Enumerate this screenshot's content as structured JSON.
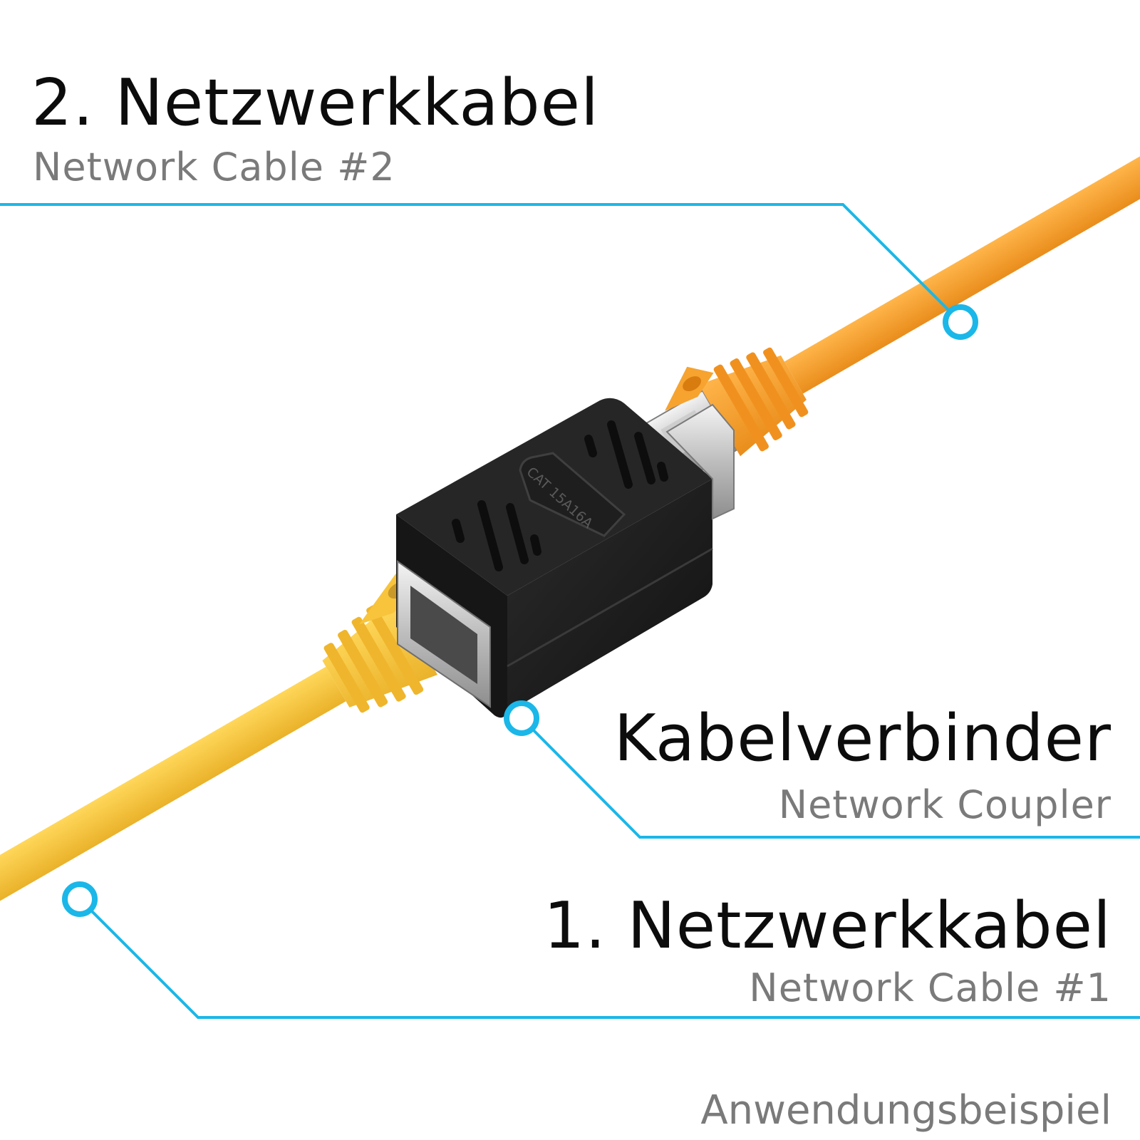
{
  "labels": {
    "cable2": {
      "title": "2. Netzwerkkabel",
      "subtitle": "Network Cable #2"
    },
    "coupler": {
      "title": "Kabelverbinder",
      "subtitle": "Network Coupler",
      "marking": "CAT 15A16A"
    },
    "cable1": {
      "title": "1. Netzwerkkabel",
      "subtitle": "Network Cable #1"
    },
    "caption": "Anwendungsbeispiel"
  },
  "colors": {
    "callout_line": "#1bb7e8",
    "cable_orange": "#f7a12e",
    "cable_yellow": "#f6c23a",
    "coupler_body": "#1b1b1b",
    "title_text": "#0c0c0c",
    "subtitle_text": "#7a7a7a"
  }
}
